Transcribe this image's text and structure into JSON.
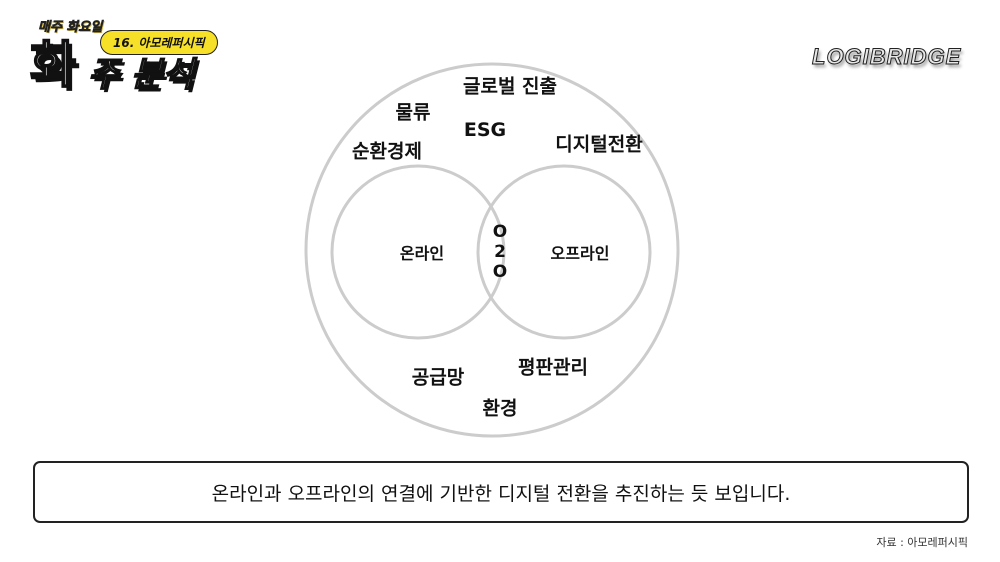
{
  "header": {
    "series_label": "매주 화요일",
    "episode": "16. 아모레퍼시픽",
    "title_big": "화",
    "title_rest": "주 분석",
    "brand": "LOGIBRIDGE"
  },
  "diagram": {
    "outer_keywords": [
      "글로벌 진출",
      "물류",
      "ESG",
      "디지털전환",
      "순환경제",
      "공급망",
      "평판관리",
      "환경"
    ],
    "left_circle": "온라인",
    "right_circle": "오프라인",
    "intersection": [
      "O",
      "2",
      "O"
    ]
  },
  "summary": "온라인과 오프라인의 연결에 기반한 디지털 전환을 추진하는 듯 보입니다.",
  "source": "자료 : 아모레퍼시픽"
}
